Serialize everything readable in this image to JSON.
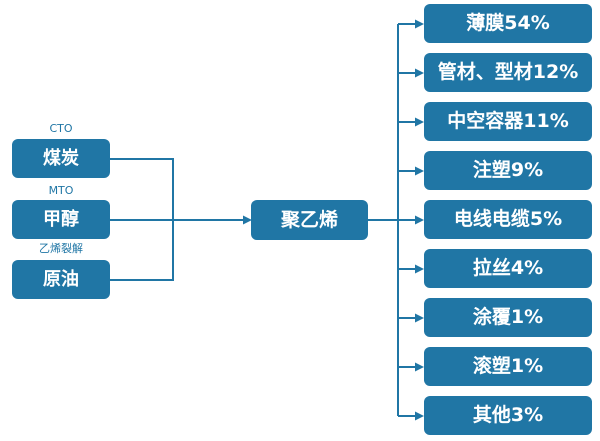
{
  "diagram": {
    "type": "flowchart",
    "colors": {
      "node_fill": "#2076a5",
      "node_text": "#ffffff",
      "line": "#2076a5",
      "caption_text": "#2076a5",
      "background": "#ffffff"
    },
    "sources": [
      {
        "caption": "CTO",
        "label": "煤炭"
      },
      {
        "caption": "MTO",
        "label": "甲醇"
      },
      {
        "caption": "乙烯裂解",
        "label": "原油"
      }
    ],
    "center": {
      "label": "聚乙烯"
    },
    "applications": [
      {
        "label": "薄膜54%",
        "name": "薄膜",
        "percent": 54
      },
      {
        "label": "管材、型材12%",
        "name": "管材、型材",
        "percent": 12
      },
      {
        "label": "中空容器11%",
        "name": "中空容器",
        "percent": 11
      },
      {
        "label": "注塑9%",
        "name": "注塑",
        "percent": 9
      },
      {
        "label": "电线电缆5%",
        "name": "电线电缆",
        "percent": 5
      },
      {
        "label": "拉丝4%",
        "name": "拉丝",
        "percent": 4
      },
      {
        "label": "涂覆1%",
        "name": "涂覆",
        "percent": 1
      },
      {
        "label": "滚塑1%",
        "name": "滚塑",
        "percent": 1
      },
      {
        "label": "其他3%",
        "name": "其他",
        "percent": 3
      }
    ]
  }
}
